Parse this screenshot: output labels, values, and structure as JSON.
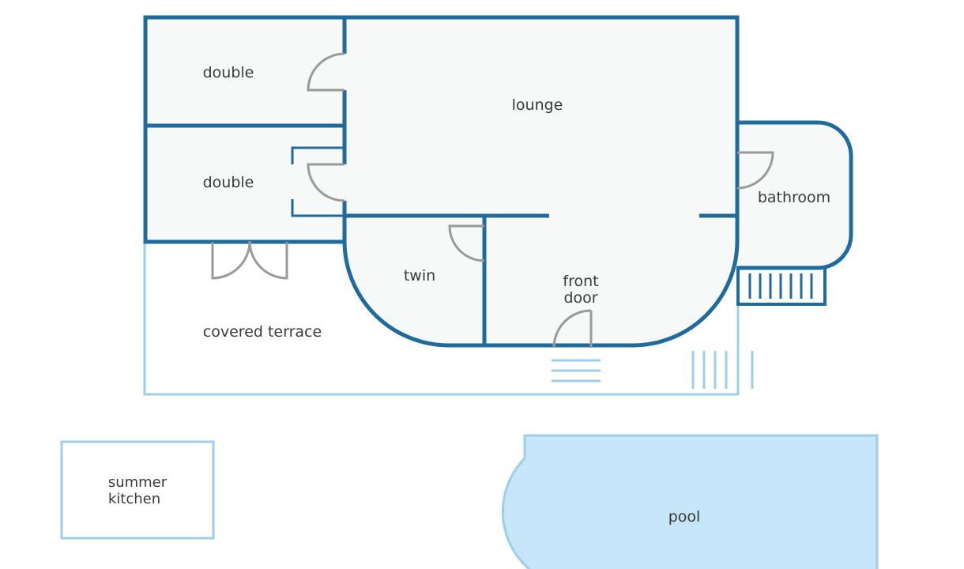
{
  "colors": {
    "wall": "#1f6b9c",
    "outdoor": "#9fcfe8",
    "room_fill": "#f7f8f8",
    "door": "#9a9a9a",
    "pool_fill": "#c5e5f8",
    "text": "#3a3a3a"
  },
  "rooms": {
    "double_top": "double",
    "double_bottom": "double",
    "lounge": "lounge",
    "bathroom": "bathroom",
    "twin": "twin",
    "front_door_line1": "front",
    "front_door_line2": "door",
    "covered_terrace": "covered terrace",
    "summer_kitchen_line1": "summer",
    "summer_kitchen_line2": "kitchen",
    "pool": "pool"
  }
}
